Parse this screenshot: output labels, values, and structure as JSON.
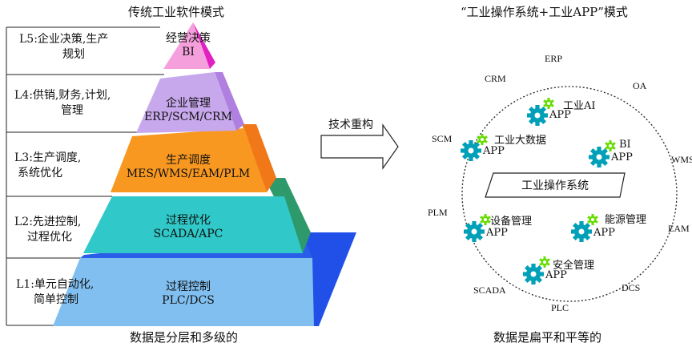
{
  "left": {
    "title": "传统工业软件模式",
    "caption": "数据是分层和多级的",
    "levels": [
      {
        "label_line1": "L5:企业决策,生产",
        "label_line2": "规划"
      },
      {
        "label_line1": "L4:供销,财务,计划,",
        "label_line2": "管理"
      },
      {
        "label_line1": "L3:生产调度,",
        "label_line2": "系统优化"
      },
      {
        "label_line1": "L2:先进控制,",
        "label_line2": "过程优化"
      },
      {
        "label_line1": "L1:单元自动化,",
        "label_line2": "简单控制"
      }
    ],
    "pyramid": [
      {
        "line1": "经营决策",
        "line2": "BI",
        "front": "#f5a0dc",
        "side": "#e020c0"
      },
      {
        "line1": "企业管理",
        "line2": "ERP/SCM/CRM",
        "front": "#c8a8ec",
        "side": "#b080e0"
      },
      {
        "line1": "生产调度",
        "line2": "MES/WMS/EAM/PLM",
        "front": "#f89820",
        "side": "#f07818"
      },
      {
        "line1": "过程优化",
        "line2": "SCADA/APC",
        "front": "#30c8c8",
        "side": "#2e9a6c"
      },
      {
        "line1": "过程控制",
        "line2": "PLC/DCS",
        "front": "#80bff0",
        "side": "#2050e8"
      }
    ]
  },
  "arrow": {
    "label": "技术重构"
  },
  "right": {
    "title": "“工业操作系统+工业APP”模式",
    "caption": "数据是扁平和平等的",
    "center_label": "工业操作系统",
    "ring_labels": [
      "ERP",
      "OA",
      "WMS",
      "EAM",
      "DCS",
      "PLC",
      "SCADA",
      "PLM",
      "SCM",
      "CRM"
    ],
    "apps": [
      {
        "name": "工业AI",
        "app": "APP"
      },
      {
        "name": "工业大数据",
        "app": "APP"
      },
      {
        "name": "BI",
        "app": "APP"
      },
      {
        "name": "设备管理",
        "app": "APP"
      },
      {
        "name": "能源管理",
        "app": "APP"
      },
      {
        "name": "安全管理",
        "app": "APP"
      }
    ],
    "gear_colors": {
      "big": "#00a0b8",
      "small": "#66dd00"
    }
  }
}
